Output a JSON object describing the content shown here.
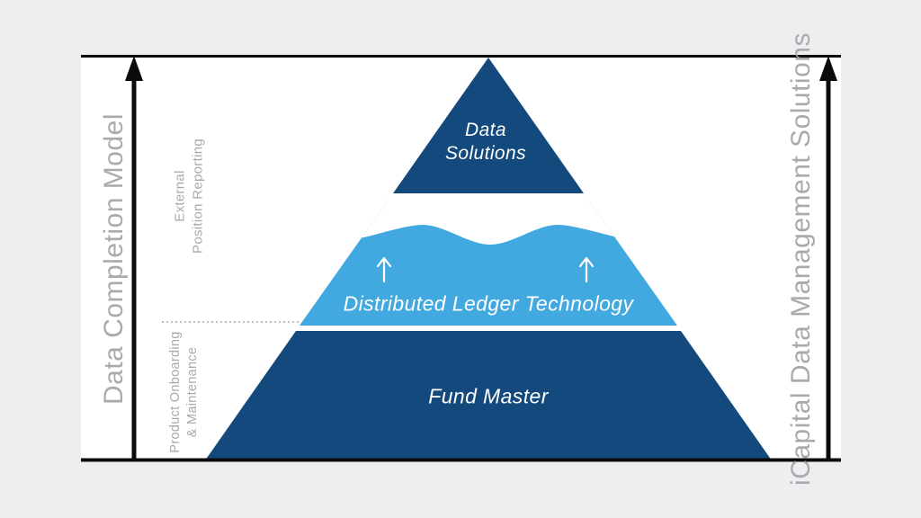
{
  "colors": {
    "page_bg": "#edeef0",
    "panel_bg": "#ffffff",
    "dark_blue": "#13497d",
    "light_blue": "#41a8e0",
    "label_gray": "#a8aaad",
    "line_black": "#0c0c0c"
  },
  "left_axis": {
    "label": "Data Completion Model"
  },
  "right_axis": {
    "label": "iCapital Data Management Solutions"
  },
  "left_annotations": {
    "upper": "External\nPosition Reporting",
    "lower": "Product Onboarding\n& Maintenance"
  },
  "pyramid": {
    "top_label": "Data\nSolutions",
    "middle_label": "Distributed Ledger Technology",
    "bottom_label": "Fund Master"
  }
}
